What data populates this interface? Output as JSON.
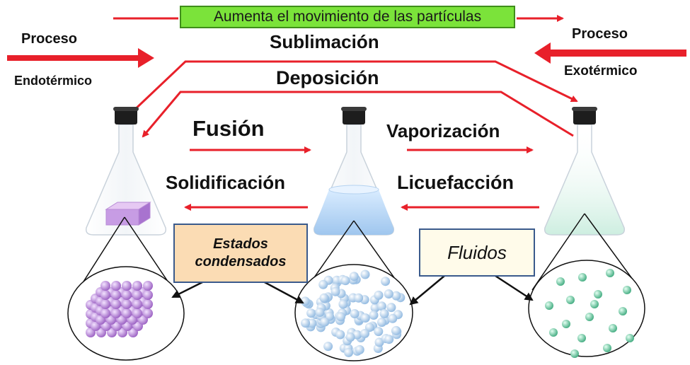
{
  "banner": {
    "text": "Aumenta el movimiento de las partículas"
  },
  "left_process": {
    "line1": "Proceso",
    "line2": "Endotérmico"
  },
  "right_process": {
    "line1": "Proceso",
    "line2": "Exotérmico"
  },
  "transitions": {
    "sublimation": "Sublimación",
    "deposition": "Deposición",
    "fusion": "Fusión",
    "solidification": "Solidificación",
    "vaporization": "Vaporización",
    "liquefaction": "Licuefacción"
  },
  "groups": {
    "condensed_line1": "Estados",
    "condensed_line2": "condensados",
    "fluids": "Fluidos"
  },
  "colors": {
    "arrow_red": "#e8202a",
    "banner_green": "#7be33a",
    "solid_purple": "#b07ad0",
    "liquid_blue": "#bcd6f2",
    "gas_green": "#7fcfae"
  },
  "icons": [
    "flask-solid-icon",
    "flask-liquid-icon",
    "flask-gas-icon",
    "solid-particles-icon",
    "liquid-particles-icon",
    "gas-particles-icon"
  ]
}
